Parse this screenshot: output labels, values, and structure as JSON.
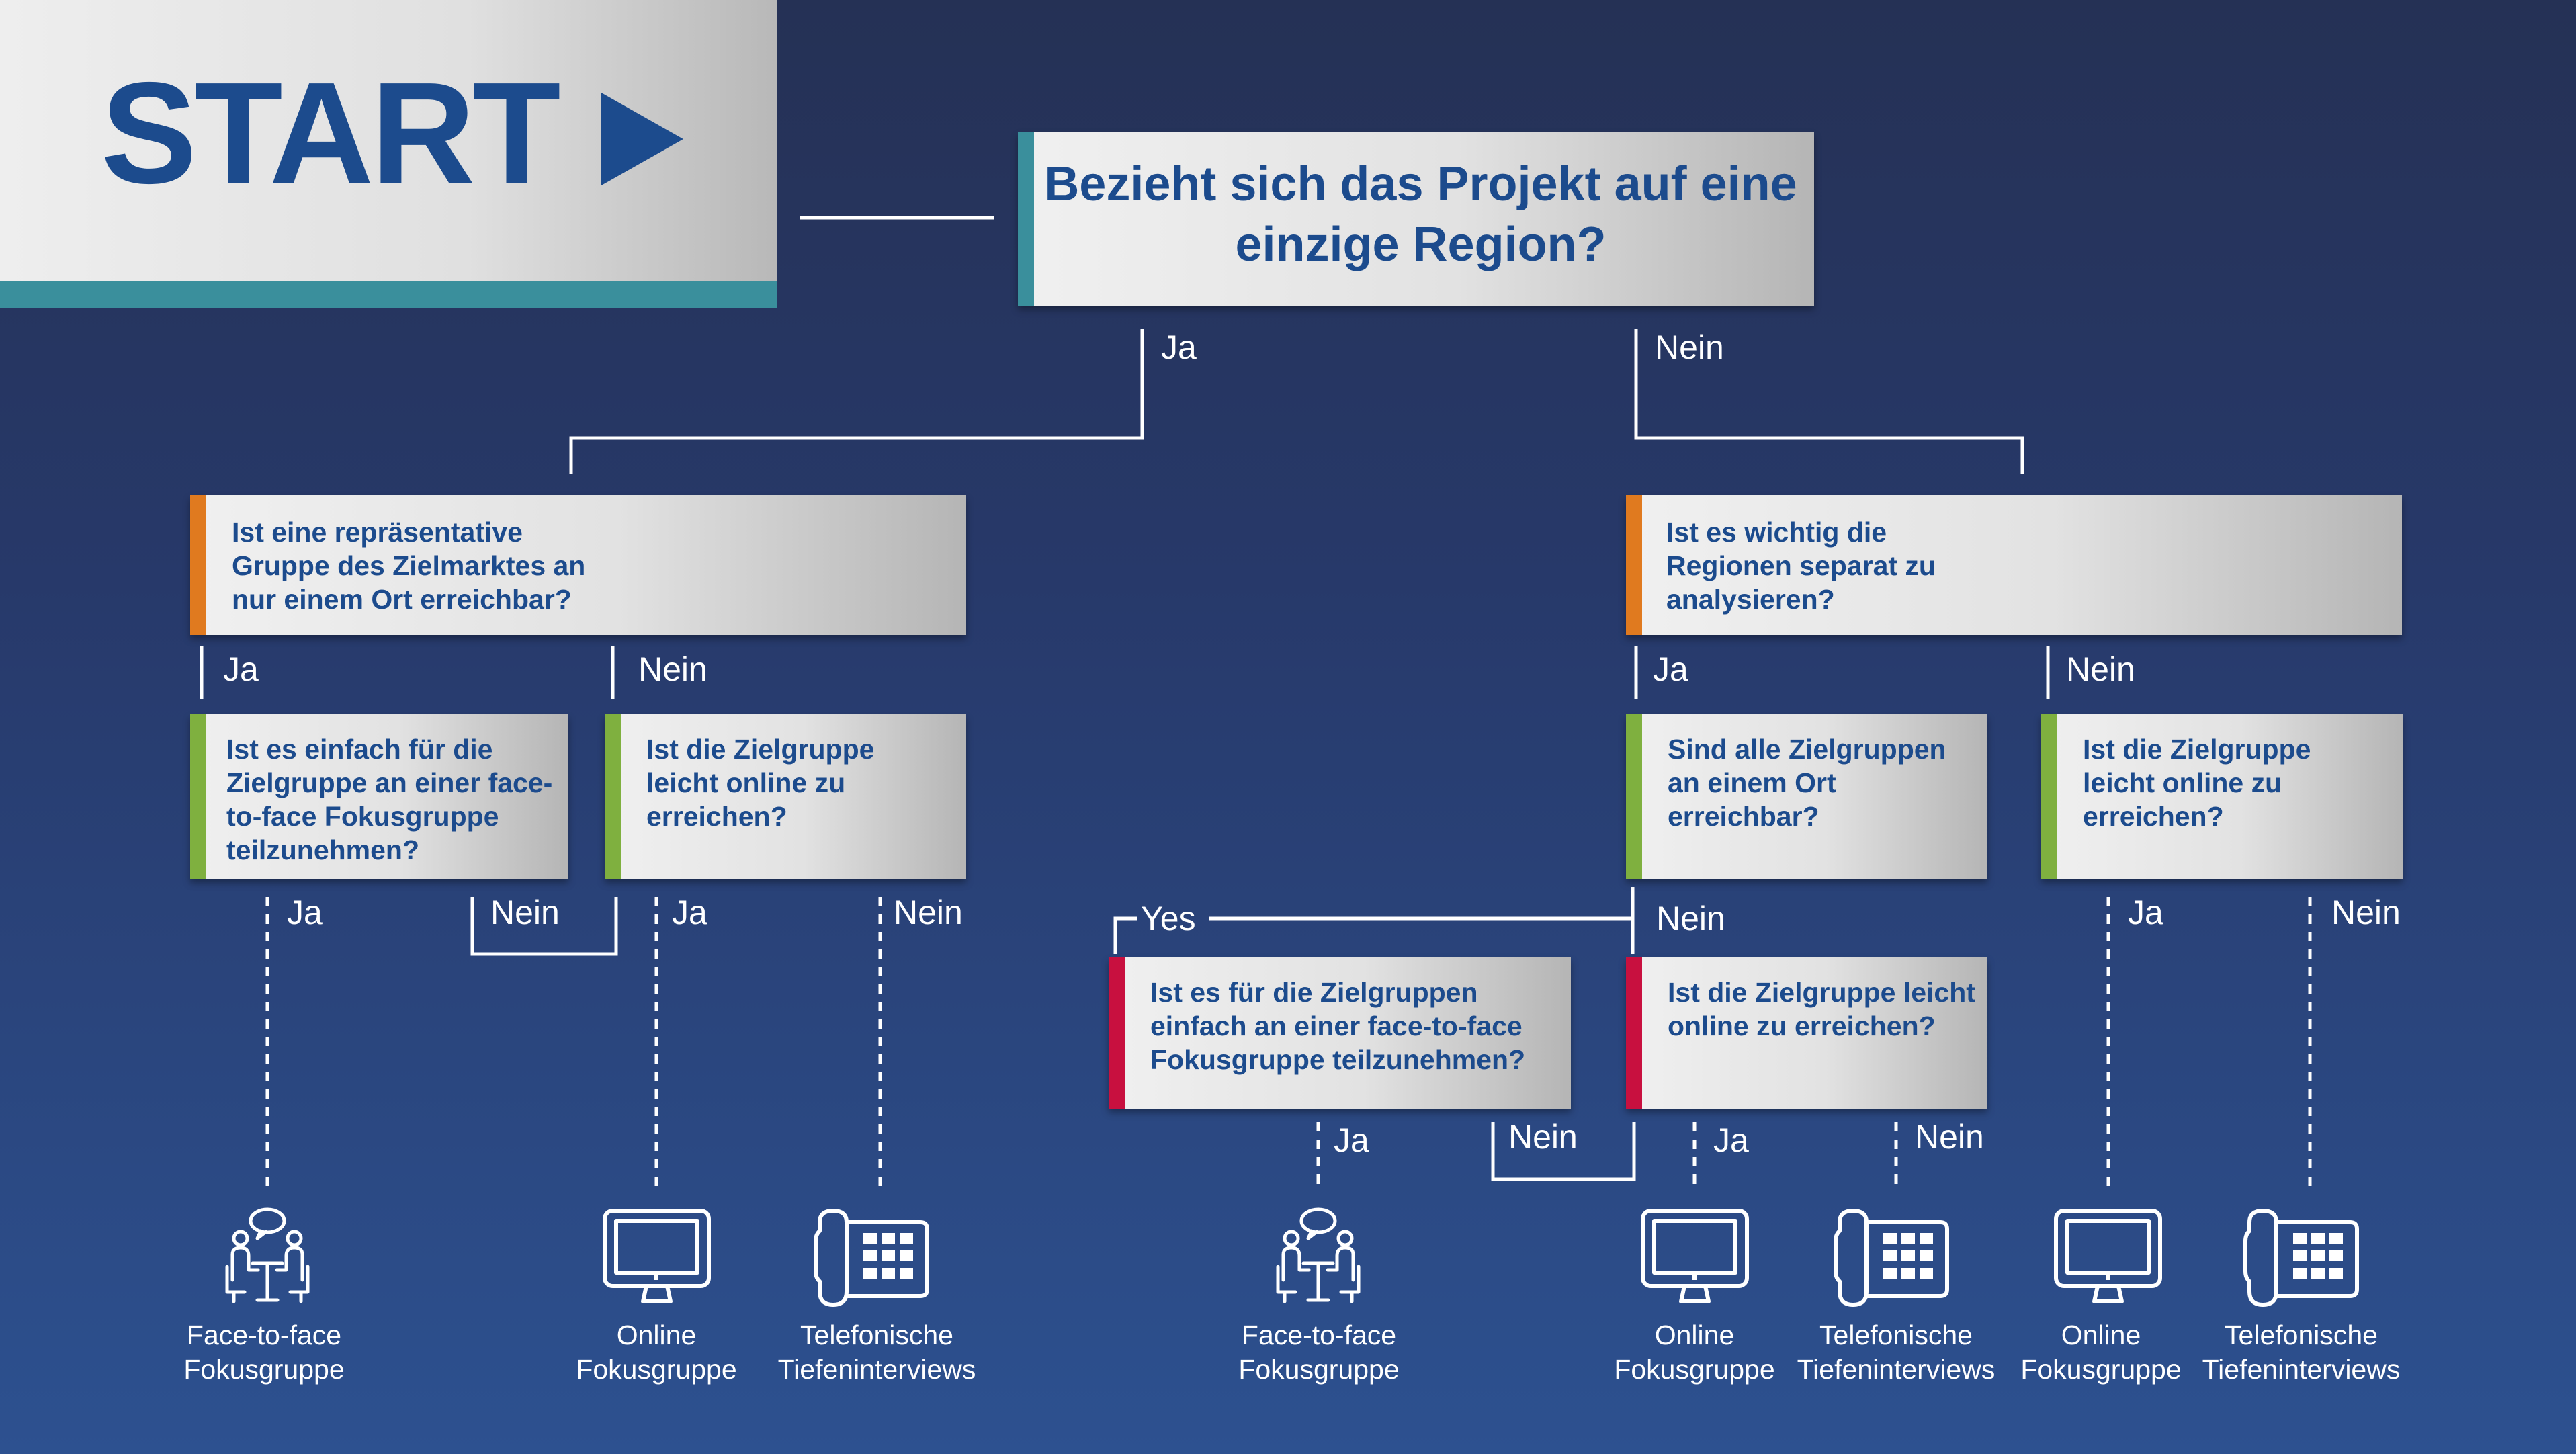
{
  "start": {
    "label": "START"
  },
  "colors": {
    "teal": "#3a8f9c",
    "orange": "#e07a1f",
    "green": "#7fb03f",
    "red": "#c8103f",
    "text_blue": "#1c4b8d"
  },
  "questions": {
    "q1": "Bezieht sich das Projekt auf eine einzige Region?",
    "q2": "Ist eine repräsentative Gruppe des Zielmarktes an nur einem Ort erreichbar?",
    "q3": "Ist es wichtig die Regionen separat zu analysieren?",
    "q4": "Ist es einfach für die Zielgruppe an einer face-to-face Fokusgruppe teilzunehmen?",
    "q5": "Ist die Zielgruppe leicht online zu erreichen?",
    "q6": "Sind alle Zielgruppen an einem Ort erreichbar?",
    "q7": "Ist die Zielgruppe leicht online zu erreichen?",
    "q8": "Ist es für die Zielgruppen einfach an einer face-to-face Fokusgruppe teilzunehmen?",
    "q9": "Ist die Zielgruppe leicht online zu erreichen?"
  },
  "answers": {
    "a1": "Ja",
    "a2": "Nein",
    "a3": "Ja",
    "a4": "Nein",
    "a5": "Ja",
    "a6": "Nein",
    "a7": "Ja",
    "a8": "Nein",
    "a9": "Ja",
    "a10": "Nein",
    "a11": "Yes",
    "a12": "Nein",
    "a13": "Ja",
    "a14": "Nein",
    "a15": "Ja",
    "a16": "Nein",
    "a17": "Ja",
    "a18": "Nein"
  },
  "outcomes": [
    {
      "line1": "Face-to-face",
      "line2": "Fokusgruppe",
      "icon": "face-to-face-icon"
    },
    {
      "line1": "Online",
      "line2": "Fokusgruppe",
      "icon": "computer-monitor-icon"
    },
    {
      "line1": "Telefonische",
      "line2": "Tiefeninterviews",
      "icon": "telephone-icon"
    },
    {
      "line1": "Face-to-face",
      "line2": "Fokusgruppe",
      "icon": "face-to-face-icon"
    },
    {
      "line1": "Online",
      "line2": "Fokusgruppe",
      "icon": "computer-monitor-icon"
    },
    {
      "line1": "Telefonische",
      "line2": "Tiefeninterviews",
      "icon": "telephone-icon"
    },
    {
      "line1": "Online",
      "line2": "Fokusgruppe",
      "icon": "computer-monitor-icon"
    },
    {
      "line1": "Telefonische",
      "line2": "Tiefeninterviews",
      "icon": "telephone-icon"
    }
  ]
}
